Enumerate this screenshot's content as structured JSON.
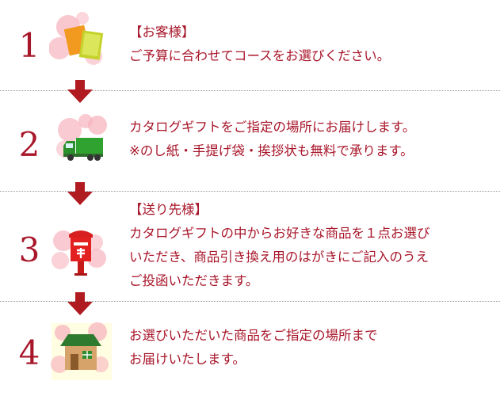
{
  "steps": [
    {
      "number": "1",
      "icon": "catalog-icon",
      "lines": [
        "【お客様】",
        "ご予算に合わせてコースをお選びください。"
      ]
    },
    {
      "number": "2",
      "icon": "delivery-truck-icon",
      "lines": [
        "カタログギフトをご指定の場所にお届けします。",
        "※のし紙・手提げ袋・挨拶状も無料で承ります。"
      ]
    },
    {
      "number": "3",
      "icon": "mailbox-icon",
      "lines": [
        "【送り先様】",
        "カタログギフトの中からお好きな商品を１点お選び",
        "いただき、商品引き換え用のはがきにご記入のうえ",
        "ご投函いただきます。"
      ]
    },
    {
      "number": "4",
      "icon": "house-icon",
      "lines": [
        "お選びいただいた商品をご指定の場所まで",
        "お届けいたします。"
      ]
    }
  ],
  "colors": {
    "accent": "#a8162a",
    "arrow": "#b01b22",
    "divider": "#9a9a9a",
    "bubble": "#f7b4bd"
  }
}
